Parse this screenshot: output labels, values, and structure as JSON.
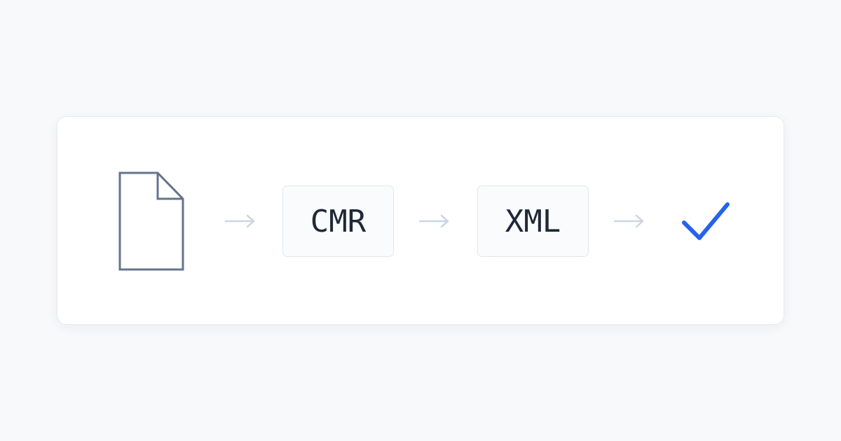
{
  "flow": {
    "steps": [
      {
        "kind": "document-icon"
      },
      {
        "kind": "arrow-icon"
      },
      {
        "kind": "format",
        "label": "CMR"
      },
      {
        "kind": "arrow-icon"
      },
      {
        "kind": "format",
        "label": "XML"
      },
      {
        "kind": "arrow-icon"
      },
      {
        "kind": "check-icon"
      }
    ]
  },
  "colors": {
    "background": "#f8f9fb",
    "card": "#ffffff",
    "document_stroke": "#64748b",
    "arrow_stroke": "#cbd5e1",
    "format_text": "#1f2937",
    "check_stroke": "#2563eb"
  }
}
